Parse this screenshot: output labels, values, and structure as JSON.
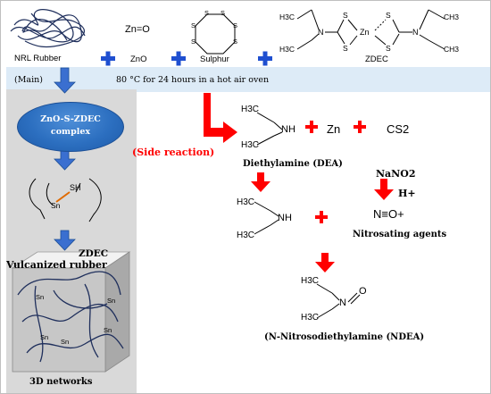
{
  "reactants": {
    "nrl_rubber": "NRL Rubber",
    "zno_formula": "Zn=O",
    "zno_label": "ZnO",
    "sulphur_label": "Sulphur",
    "zdec_label": "ZDEC",
    "zdec_h3c": "H3C",
    "zdec_ch3": "CH3",
    "zdec_n": "N",
    "zdec_s": "S",
    "zdec_zn": "Zn",
    "sulphur_atom": "S"
  },
  "conditions": {
    "main_label": "(Main)",
    "text": "80 °C for 24 hours  in a hot air oven"
  },
  "main_path": {
    "complex_line1": "ZnO-S-ZDEC",
    "complex_line2": "complex",
    "sh_label": "SH",
    "sn_label": "Sn",
    "zdec_label": "ZDEC",
    "vulcanized_label": "Vulcanized rubber",
    "networks_label": "3D networks"
  },
  "side_path": {
    "side_reaction_label": "(Side reaction)",
    "dea_h3c_top": "H3C",
    "dea_nh": "NH",
    "dea_h3c_bottom": "H3C",
    "zn_label": "Zn",
    "cs2_label": "CS2",
    "dea_caption": "Diethylamine (DEA)",
    "nano2_label": "NaNO2",
    "hplus_label": "H+",
    "nitrosating_formula": "N≡O+",
    "nitrosating_caption": "Nitrosating agents",
    "ndea_caption": "(N-Nitrosodiethylamine (NDEA)",
    "ndea_n": "N",
    "ndea_o": "O",
    "ndea_h3c_top": "H3C",
    "ndea_h3c_bottom": "H3C"
  },
  "colors": {
    "blue_arrow": "#3a6fd0",
    "red_arrow": "#ff0000",
    "plus_blue": "#1f4fd0",
    "plus_red": "#ff0000",
    "condition_band": "#ddebf7",
    "left_panel": "#d9d9d9"
  }
}
